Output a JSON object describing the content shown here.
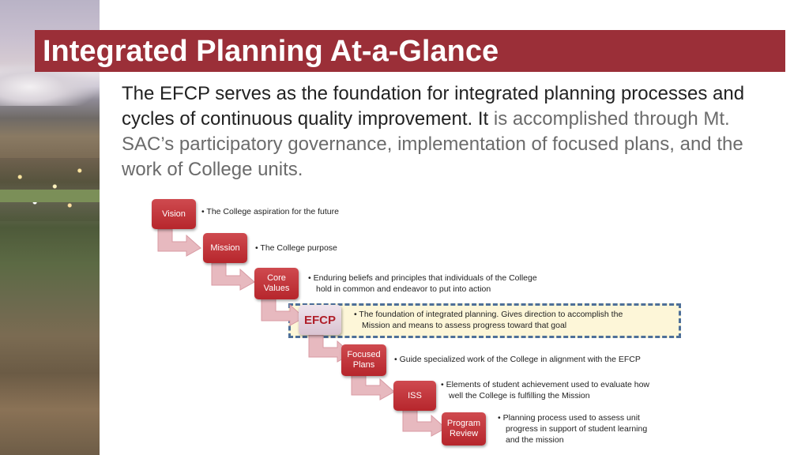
{
  "title": "Integrated Planning At-a-Glance",
  "intro": {
    "black": "The EFCP serves as the foundation for integrated planning processes and cycles of continuous quality improvement. It",
    "grey": " is accomplished through Mt. SAC’s participatory governance, implementation of focused plans, and the work of College units."
  },
  "steps": [
    {
      "label": "Vision",
      "desc": [
        "The College aspiration for the future"
      ]
    },
    {
      "label": "Mission",
      "desc": [
        "The College purpose"
      ]
    },
    {
      "label": "Core Values",
      "desc": [
        "Enduring beliefs and principles that individuals of the College",
        "hold in common and endeavor to put into action"
      ]
    },
    {
      "label": "EFCP",
      "desc": [
        "The foundation of  integrated planning. Gives direction to accomplish the",
        "Mission and means to assess progress toward that goal"
      ]
    },
    {
      "label": "Focused Plans",
      "desc": [
        "Guide specialized work of the College in alignment with the EFCP"
      ]
    },
    {
      "label": "ISS",
      "desc": [
        "Elements of student achievement used to evaluate how",
        "well the College is fulfilling the Mission"
      ]
    },
    {
      "label": "Program Review",
      "desc": [
        "Planning process used to assess unit",
        "progress in support of student learning",
        "and the mission"
      ]
    }
  ],
  "colors": {
    "title_bar": "#9b2f38",
    "box": "#b6262c",
    "highlight_border": "#4d6f99",
    "highlight_fill": "#fdf6d8",
    "arrow": "#e7b9bf"
  }
}
